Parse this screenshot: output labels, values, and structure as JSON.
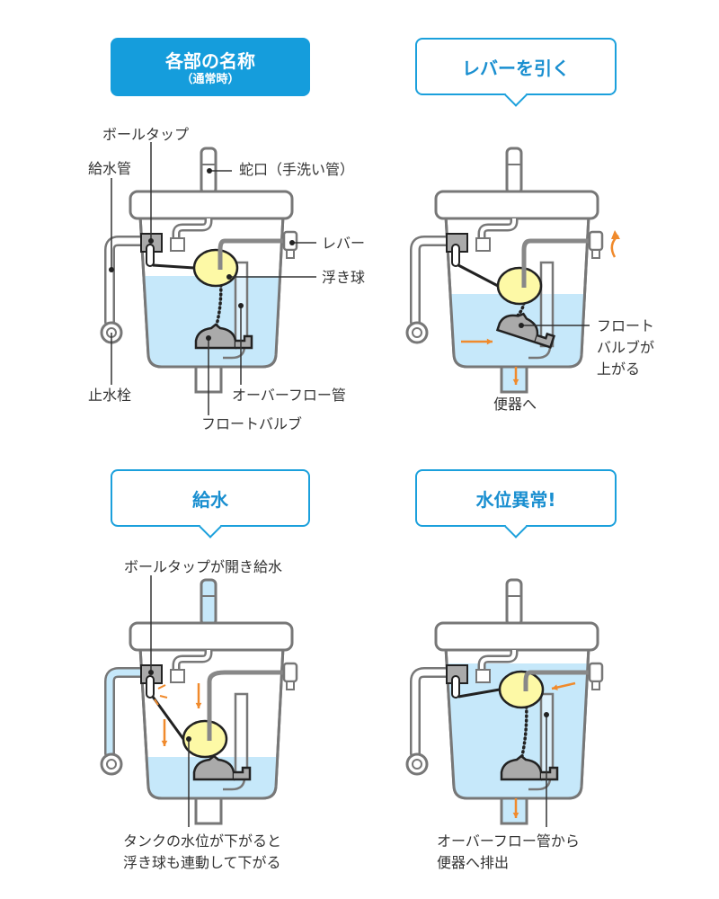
{
  "panels": {
    "normal": {
      "title": "各部の名称",
      "subtitle": "（通常時）",
      "labels": {
        "ball_tap": "ボールタップ",
        "supply_pipe": "給水管",
        "faucet": "蛇口（手洗い管）",
        "lever": "レバー",
        "float_ball": "浮き球",
        "stop_valve": "止水栓",
        "overflow_pipe": "オーバーフロー管",
        "float_valve": "フロートバルブ"
      }
    },
    "lever": {
      "title": "レバーを引く",
      "labels": {
        "float_valve_rises_1": "フロート",
        "float_valve_rises_2": "バルブが",
        "float_valve_rises_3": "上がる",
        "to_toilet": "便器へ"
      }
    },
    "supply": {
      "title": "給水",
      "labels": {
        "ball_tap_opens": "ボールタップが開き給水",
        "level_drops_1": "タンクの水位が下がると",
        "level_drops_2": "浮き球も連動して下がる"
      }
    },
    "abnormal": {
      "title": "水位異常!",
      "labels": {
        "overflow_1": "オーバーフロー管から",
        "overflow_2": "便器へ排出"
      }
    }
  },
  "colors": {
    "accent": "#159ddc",
    "water": "#c6e8fa",
    "float": "#fdf9a6",
    "arrow": "#f08a2c",
    "outline": "#777777",
    "part": "#aaaaaa"
  }
}
